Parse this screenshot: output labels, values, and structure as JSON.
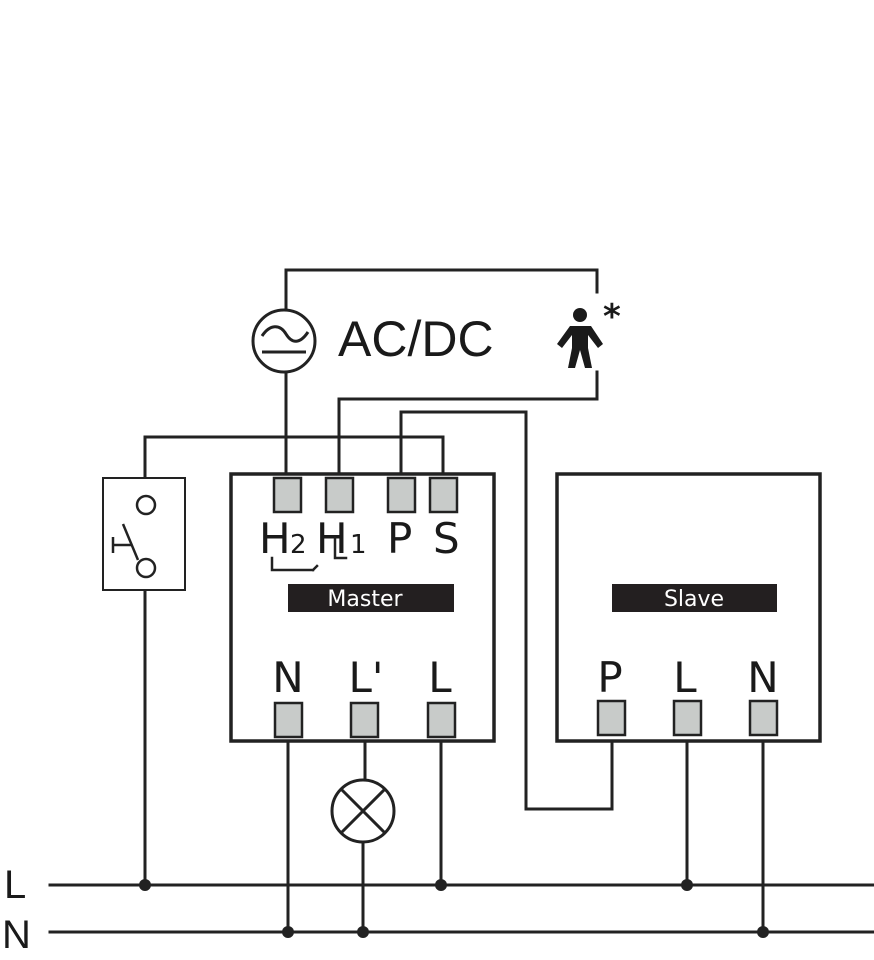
{
  "supply": {
    "label": "AC/DC"
  },
  "master": {
    "name": "Master",
    "top_terminals": [
      "H",
      "2",
      "H",
      "1",
      "P",
      "S"
    ],
    "bottom_terminals": [
      "N",
      "L'",
      "L"
    ]
  },
  "slave": {
    "name": "Slave",
    "terminals": [
      "P",
      "L",
      "N"
    ]
  },
  "rails": {
    "line": "L",
    "neutral": "N"
  },
  "colors": {
    "wire": "#222222",
    "terminal": "#c8cbc9",
    "label_bar": "#231f20"
  }
}
